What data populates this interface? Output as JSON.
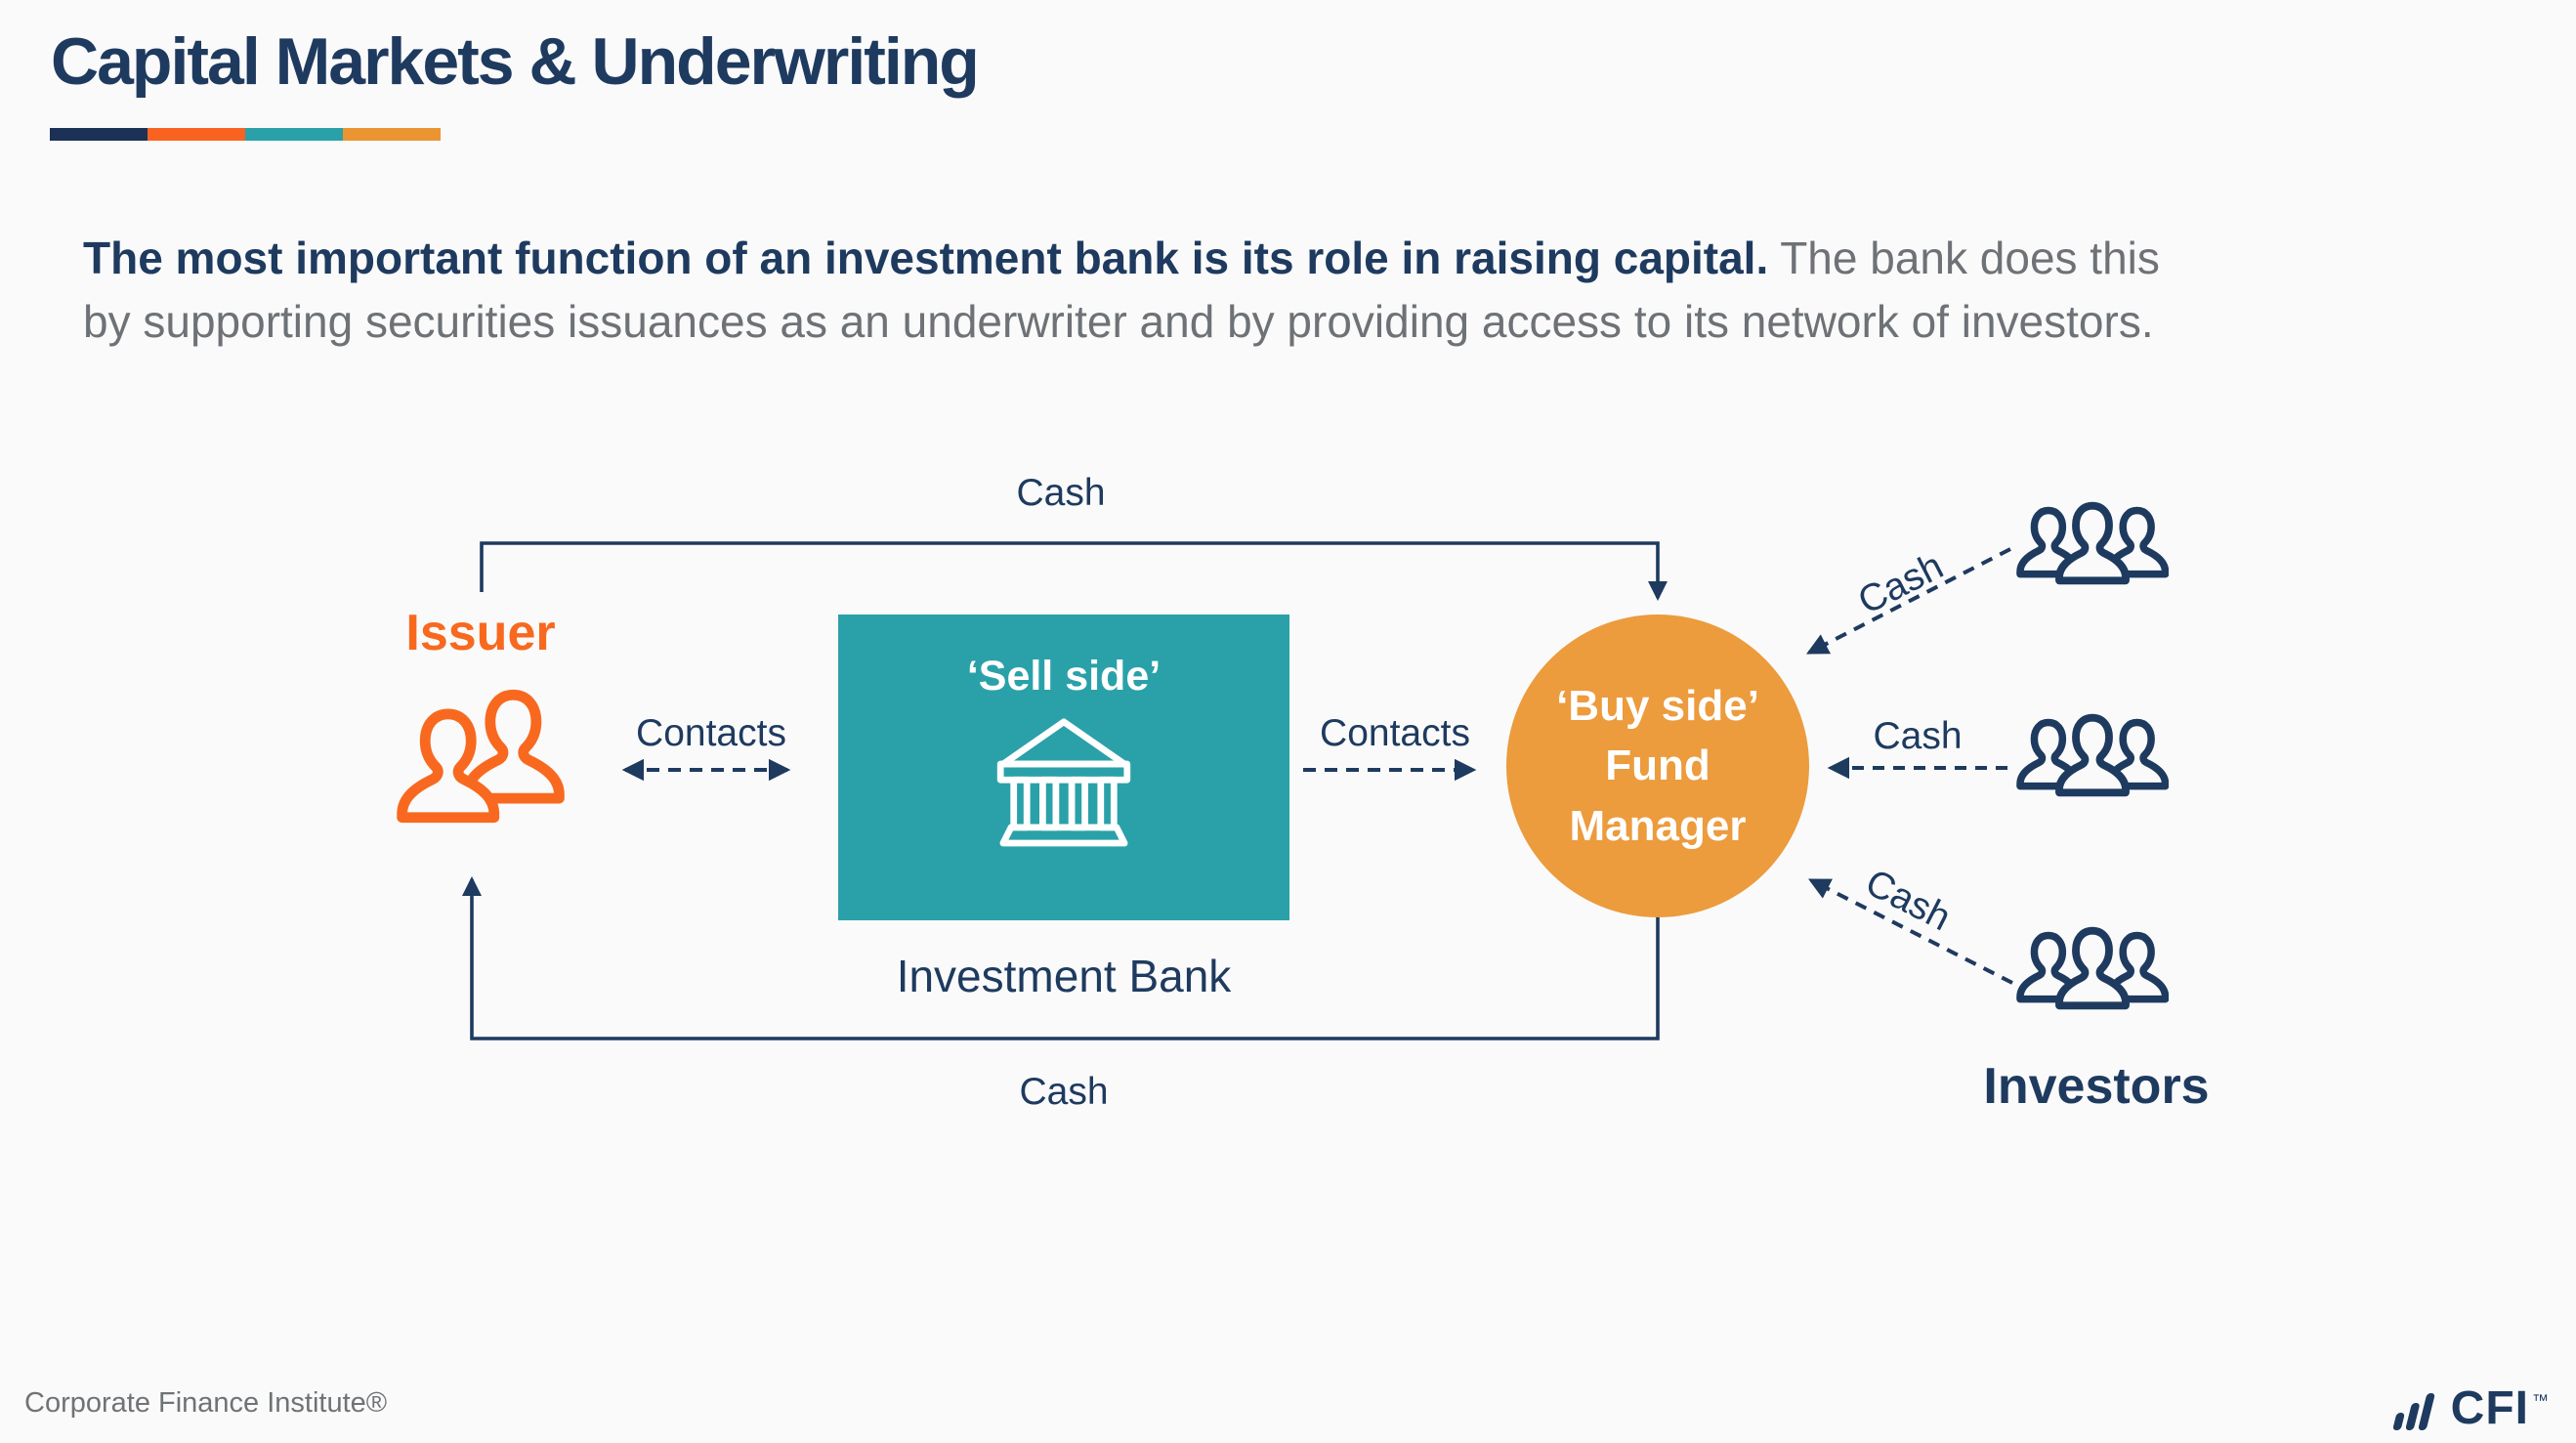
{
  "slide": {
    "title": "Capital Markets & Underwriting",
    "intro": {
      "bold": "The most important function of an investment bank is its role in raising capital.",
      "rest_line1": " The bank does this",
      "line2": "by supporting securities issuances as an underwriter and by providing access to its network of investors."
    }
  },
  "diagram": {
    "issuer": {
      "label": "Issuer"
    },
    "sell_side": {
      "title": "‘Sell side’",
      "caption": "Investment Bank"
    },
    "buy_side": {
      "line1": "‘Buy side’",
      "line2": "Fund",
      "line3": "Manager"
    },
    "investors": {
      "label": "Investors"
    },
    "flows": {
      "cash_top": "Cash",
      "cash_bottom": "Cash",
      "contacts_issuer_bank": "Contacts",
      "contacts_bank_fund": "Contacts",
      "cash_investor_top": "Cash",
      "cash_investor_mid": "Cash",
      "cash_investor_bottom": "Cash"
    },
    "colors": {
      "navy": "#1e3a5f",
      "issuer_orange": "#f8691f",
      "fund_manager_orange": "#ec9b3d",
      "bank_teal": "#2aa1a9",
      "accent_bar": [
        "#1b3156",
        "#f96321",
        "#2aa1a9",
        "#eb9532"
      ],
      "background": "#fafafa",
      "body_gray": "#6e7276"
    }
  },
  "footer": {
    "copyright": "Corporate Finance Institute®",
    "logo_text": "CFI",
    "logo_tm": "™"
  }
}
